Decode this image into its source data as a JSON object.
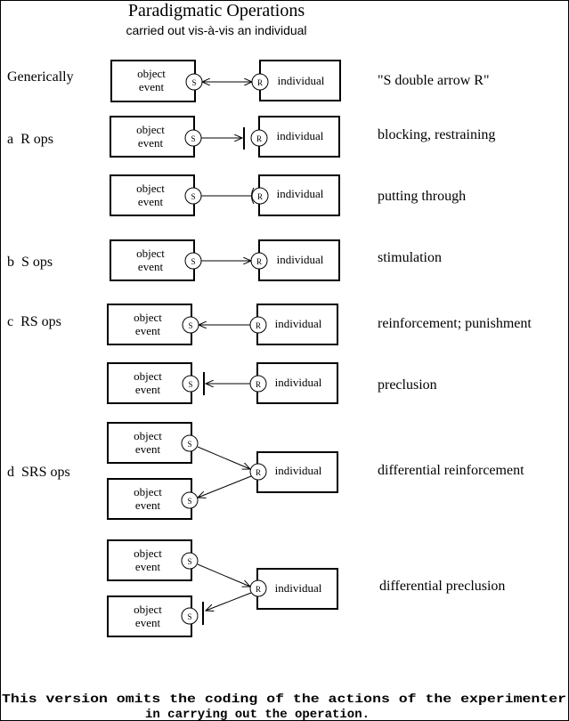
{
  "title": "Paradigmatic Operations",
  "subtitle": "carried out vis-à-vis an individual",
  "labels": {
    "object_line1": "object",
    "object_line2": "event",
    "individual": "individual",
    "s_node": "S",
    "r_node": "R"
  },
  "rows": [
    {
      "left_label": "Generically",
      "right_label": "\"S double arrow R\""
    },
    {
      "left_label": "a  R ops",
      "right_label": "blocking, restraining"
    },
    {
      "left_label": "",
      "right_label": "putting through"
    },
    {
      "left_label": "b  S ops",
      "right_label": "stimulation"
    },
    {
      "left_label": "c  RS ops",
      "right_label": "reinforcement; punishment"
    },
    {
      "left_label": "",
      "right_label": "preclusion"
    },
    {
      "left_label": "d  SRS ops",
      "right_label": "differential reinforcement"
    },
    {
      "left_label": "",
      "right_label": "differential preclusion"
    }
  ],
  "footer": {
    "line1": "This version omits the coding of the actions of the experimenter",
    "line2": "in carrying out the operation."
  }
}
